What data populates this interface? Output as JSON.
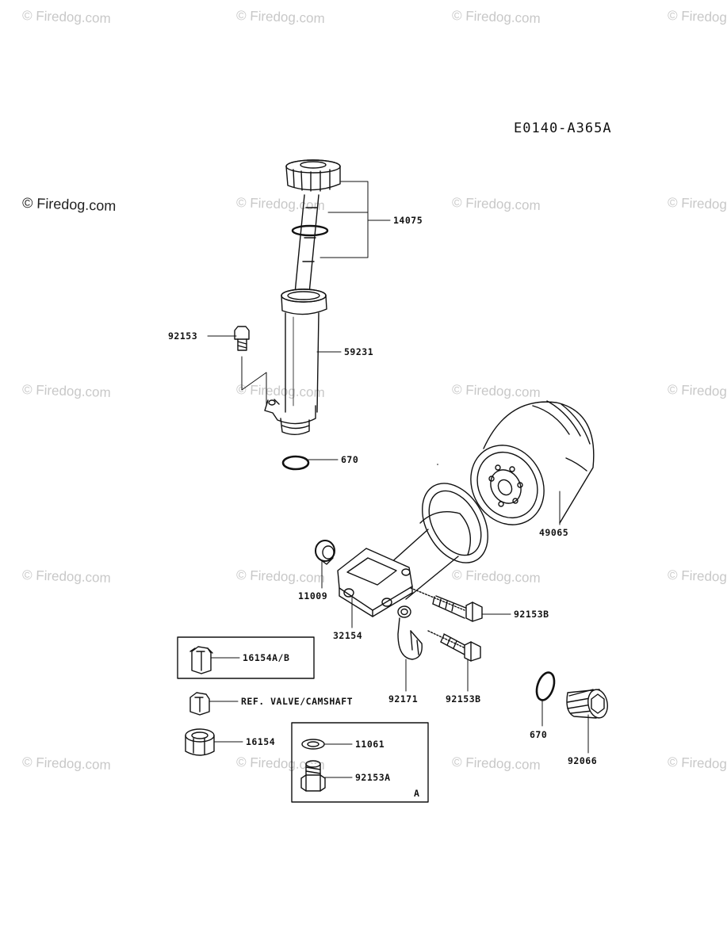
{
  "diagram_code": "E0140-A365A",
  "watermark": {
    "main": "© Firedog.com",
    "repeat": "© Firedog.com"
  },
  "parts": {
    "oil_filler_cap": "14075",
    "bolt_tube": "92153",
    "filler_tube": "59231",
    "o_ring_tube": "670",
    "oil_filter": "49065",
    "seal_11009": "11009",
    "filter_bracket": "32154",
    "bolt_92153b_upper": "92153B",
    "bolt_92153b_lower": "92153B",
    "clamp": "92171",
    "oil_pump_rotor_ab": "16154A/B",
    "ref_valve_camshaft": "REF. VALVE/CAMSHAFT",
    "oil_pump_rotor": "16154",
    "washer": "11061",
    "bolt_92153a": "92153A",
    "box_a_tag": "A",
    "o_ring_drain": "670",
    "drain_plug": "92066"
  }
}
